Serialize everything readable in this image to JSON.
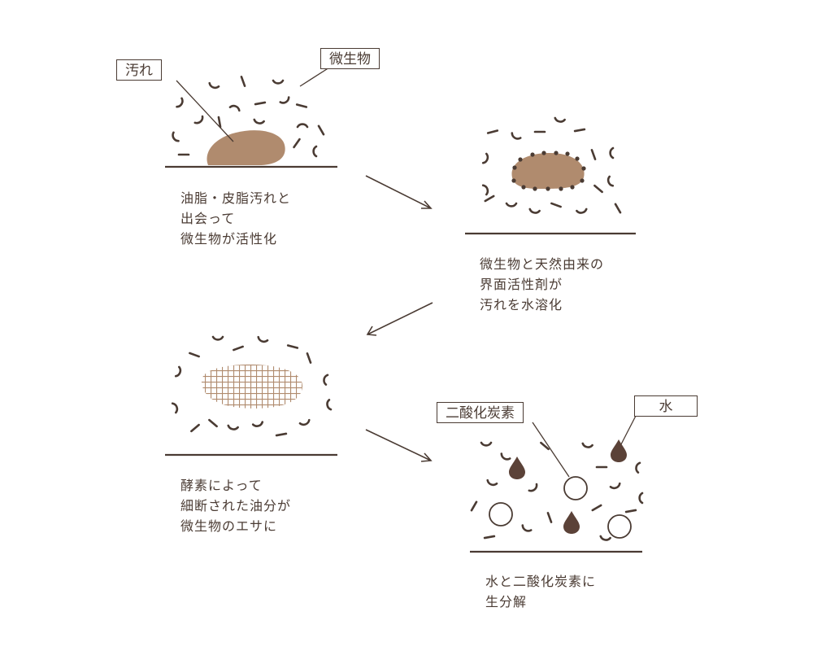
{
  "labels": {
    "dirt": "汚れ",
    "microbes": "微生物",
    "co2": "二酸化炭素",
    "water": "水"
  },
  "captions": {
    "step1": "油脂・皮脂汚れと\n出会って\n微生物が活性化",
    "step2": "微生物と天然由来の\n界面活性剤が\n汚れを水溶化",
    "step3": "酵素によって\n細断された油分が\n微生物のエサに",
    "step4": "水と二酸化炭素に\n生分解"
  },
  "colors": {
    "ink": "#4a3b33",
    "dirt": "#b08b6e"
  }
}
